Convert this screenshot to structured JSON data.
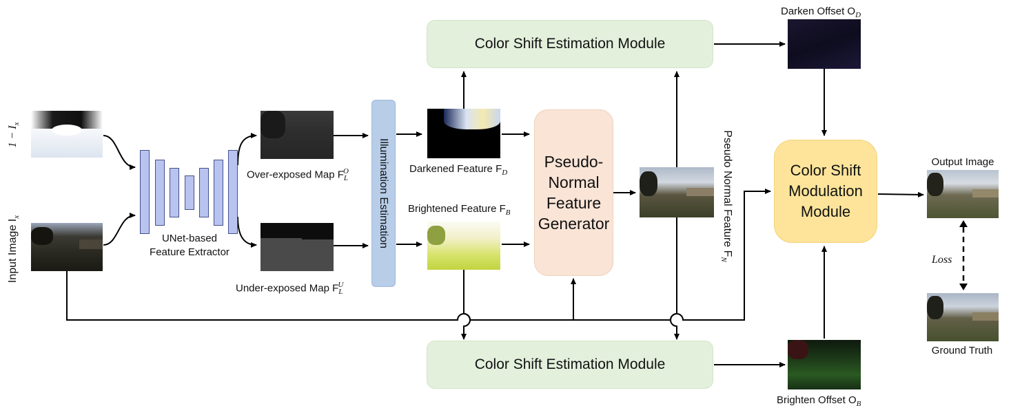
{
  "inputs": {
    "inverted_label": "1 − I",
    "inverted_sub": "x",
    "input_label": "Input Image I",
    "input_sub": "x"
  },
  "unet": {
    "line1": "UNet-based",
    "line2": "Feature Extractor"
  },
  "maps": {
    "over_label": "Over-exposed Map F",
    "over_sub": "L",
    "over_sup": "O",
    "under_label": "Under-exposed Map F",
    "under_sub": "L",
    "under_sup": "U"
  },
  "illumination": {
    "label": "Illumination Estimation"
  },
  "features": {
    "darkened_label": "Darkened Feature F",
    "darkened_sub": "D",
    "brightened_label": "Brightened Feature F",
    "brightened_sub": "B",
    "pseudo_normal_label": "Pseudo Normal Feature F",
    "pseudo_normal_sub": "N"
  },
  "modules": {
    "cse_top": "Color Shift Estimation Module",
    "cse_bottom": "Color Shift Estimation Module",
    "pnfg_line1": "Pseudo-",
    "pnfg_line2": "Normal",
    "pnfg_line3": "Feature",
    "pnfg_line4": "Generator",
    "csm_line1": "Color Shift",
    "csm_line2": "Modulation",
    "csm_line3": "Module"
  },
  "offsets": {
    "darken_label": "Darken Offset O",
    "darken_sub": "D",
    "brighten_label": "Brighten Offset O",
    "brighten_sub": "B"
  },
  "outputs": {
    "output_label": "Output Image",
    "loss_label": "Loss",
    "gt_label": "Ground Truth"
  }
}
